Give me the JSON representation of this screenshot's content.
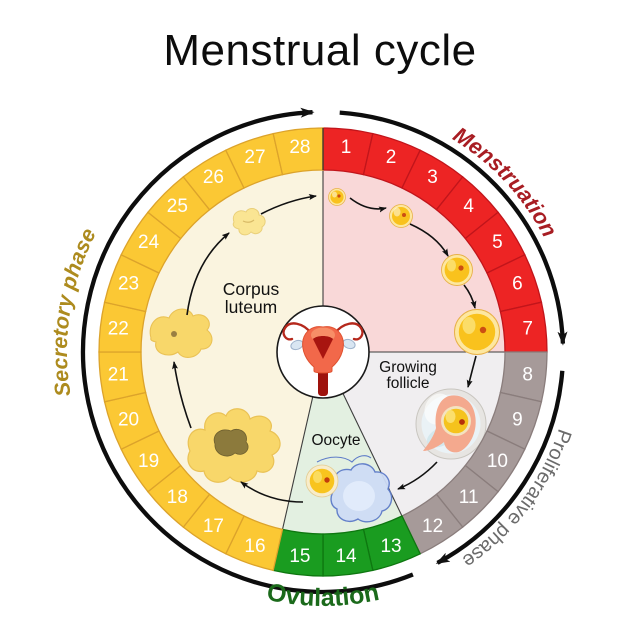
{
  "title": "Menstrual cycle",
  "diagram": {
    "type": "cycle-wheel",
    "total_days": 28,
    "direction": "clockwise",
    "day_numbers": [
      "1",
      "2",
      "3",
      "4",
      "5",
      "6",
      "7",
      "8",
      "9",
      "10",
      "11",
      "12",
      "13",
      "14",
      "15",
      "16",
      "17",
      "18",
      "19",
      "20",
      "21",
      "22",
      "23",
      "24",
      "25",
      "26",
      "27",
      "28"
    ],
    "day_number_color": "#FFFFFF",
    "arrow_color": "#111111",
    "phases": [
      {
        "id": "menstruation",
        "name": "Menstruation",
        "day_start": 1,
        "day_end": 7,
        "ring_color": "#ED2424",
        "divider_color": "#C1151B",
        "inner_region_color": "#F9D8D8",
        "label_color": "#A81D23",
        "label_italic": true,
        "label_bold": true
      },
      {
        "id": "proliferative",
        "name": "Proliferative phase",
        "day_start": 8,
        "day_end": 12,
        "ring_color": "#A69A99",
        "divider_color": "#8A7D7C",
        "inner_region_color": "#F0EEF0",
        "label_color": "#6B6B6B",
        "label_italic": false,
        "label_bold": false
      },
      {
        "id": "ovulation",
        "name": "Ovulation",
        "day_start": 13,
        "day_end": 15,
        "ring_color": "#1A9C20",
        "divider_color": "#0E7710",
        "inner_region_color": "#E3F0E1",
        "label_color": "#1B6A1B",
        "label_italic": false,
        "label_bold": true
      },
      {
        "id": "secretory",
        "name": "Secretory phase",
        "day_start": 16,
        "day_end": 28,
        "ring_color": "#FBC834",
        "divider_color": "#DCA32B",
        "inner_region_color": "#FAF4DF",
        "label_color": "#AD8B1E",
        "label_italic": true,
        "label_bold": true
      }
    ],
    "annotations": [
      {
        "id": "corpus-luteum",
        "lines": [
          "Corpus",
          "luteum"
        ]
      },
      {
        "id": "growing-follicle",
        "lines": [
          "Growing",
          "follicle"
        ]
      },
      {
        "id": "oocyte",
        "lines": [
          "Oocyte"
        ]
      }
    ],
    "illustrations": [
      {
        "icon": "uterus-icon",
        "location": "center"
      },
      {
        "icon": "growing-follicle-icons",
        "location": "menstruation-region"
      },
      {
        "icon": "mature-follicle-icon",
        "location": "proliferative-region"
      },
      {
        "icon": "released-oocyte-icon",
        "location": "ovulation-region"
      },
      {
        "icon": "corpus-luteum-icons",
        "location": "secretory-region"
      }
    ]
  }
}
